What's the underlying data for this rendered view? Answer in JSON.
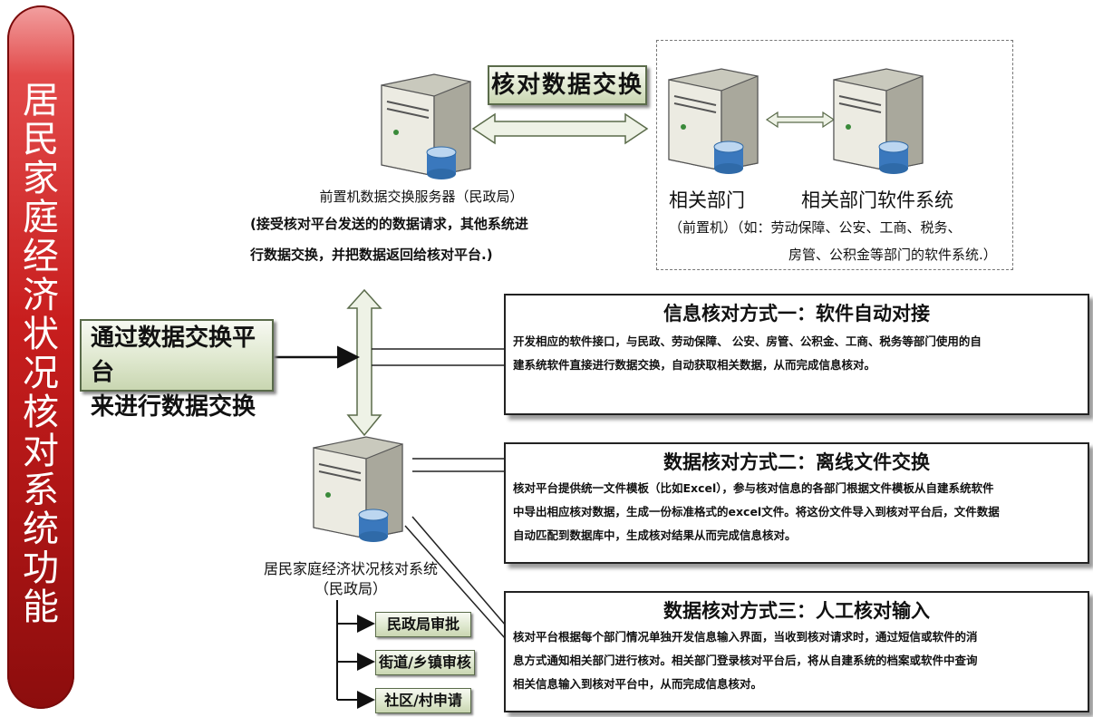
{
  "left_title": "居民家庭经济状况核对系统功能",
  "top_exchange_label": "核对数据交换",
  "front_server": {
    "title": "前置机数据交换服务器（民政局）",
    "desc_line1": "(接受核对平台发送的的数据请求，其他系统进",
    "desc_line2": "行数据交换，并把数据返回给核对平台.)"
  },
  "dept": {
    "label1": "相关部门",
    "label2": "相关部门软件系统",
    "line1": "（前置机）（如：劳动保障、公安、工商、税务、",
    "line2": "房管、公积金等部门的软件系统.）"
  },
  "platform_label": {
    "line1": "通过数据交换平台",
    "line2": "来进行数据交换"
  },
  "methods": [
    {
      "title": "信息核对方式一：软件自动对接",
      "lines": [
        "开发相应的软件接口，与民政、劳动保障、 公安、房管、公积金、工商、税务等部门使用的自",
        "建系统软件直接进行数据交换，自动获取相关数据，从而完成信息核对。"
      ]
    },
    {
      "title": "数据核对方式二：离线文件交换",
      "lines": [
        "核对平台提供统一文件模板（比如Excel），参与核对信息的各部门根据文件模板从自建系统软件",
        "中导出相应核对数据，生成一份标准格式的excel文件。将这份文件导入到核对平台后，文件数据",
        "自动匹配到数据库中，生成核对结果从而完成信息核对。"
      ]
    },
    {
      "title": "数据核对方式三：人工核对输入",
      "lines": [
        "核对平台根据每个部门情况单独开发信息输入界面，当收到核对请求时，通过短信或软件的消",
        "息方式通知相关部门进行核对。相关部门登录核对平台后，将从自建系统的档案或软件中查询",
        "相关信息输入到核对平台中，从而完成信息核对。"
      ]
    }
  ],
  "core_system": {
    "line1": "居民家庭经济状况核对系统",
    "line2": "（民政局）"
  },
  "flow_items": [
    "民政局审批",
    "街道/乡镇审核",
    "社区/村申请"
  ]
}
